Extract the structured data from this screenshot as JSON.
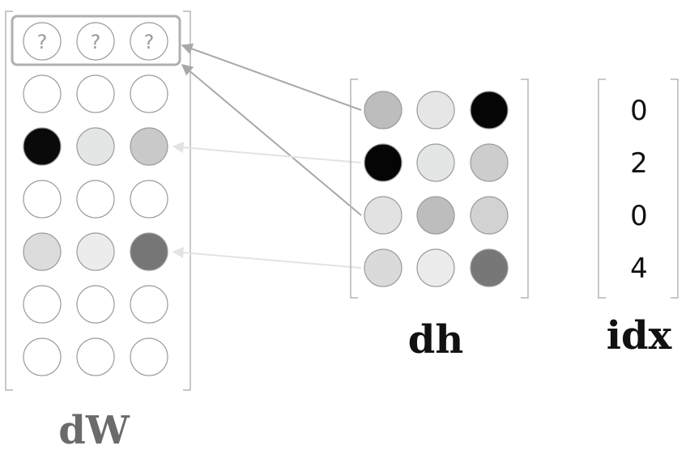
{
  "dW": {
    "label": "dW",
    "label_color": "#6b6b6b",
    "placeholder_row": [
      "?",
      "?",
      "?"
    ],
    "rows": [
      [
        "#ffffff",
        "#ffffff",
        "#ffffff"
      ],
      [
        "#0a0a0a",
        "#e4e6e6",
        "#c9c9c9"
      ],
      [
        "#ffffff",
        "#ffffff",
        "#ffffff"
      ],
      [
        "#dcdcdc",
        "#ececec",
        "#767676"
      ],
      [
        "#ffffff",
        "#ffffff",
        "#ffffff"
      ],
      [
        "#ffffff",
        "#ffffff",
        "#ffffff"
      ]
    ]
  },
  "dh": {
    "label": "dh",
    "label_color": "#111111",
    "rows": [
      [
        "#bdbdbd",
        "#e6e6e6",
        "#050505"
      ],
      [
        "#050505",
        "#e4e6e6",
        "#cdcdcd"
      ],
      [
        "#e2e2e2",
        "#bdbdbd",
        "#d2d2d2"
      ],
      [
        "#dadada",
        "#ececec",
        "#777777"
      ]
    ]
  },
  "idx": {
    "label": "idx",
    "label_color": "#111111",
    "values": [
      "0",
      "2",
      "0",
      "4"
    ]
  },
  "arrows": [
    {
      "from_dh_row": 0,
      "to_dw_row": 0,
      "color": "#a8a8a8"
    },
    {
      "from_dh_row": 2,
      "to_dw_row": 0,
      "color": "#a8a8a8"
    },
    {
      "from_dh_row": 1,
      "to_dw_row": 2,
      "color": "#e3e3e3"
    },
    {
      "from_dh_row": 3,
      "to_dw_row": 4,
      "color": "#e3e3e3"
    }
  ]
}
